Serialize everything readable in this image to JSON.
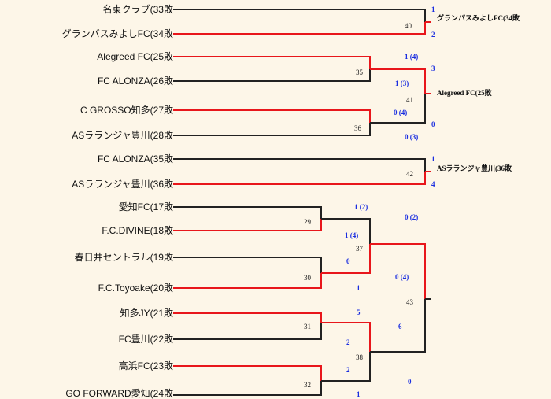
{
  "colors": {
    "line": "#222222",
    "winner_line": "#e8161b",
    "score": "#1a2ee0",
    "background": "#fdf6e8"
  },
  "teams": [
    "名東クラブ(33敗",
    "グランパスみよしFC(34敗",
    "Alegreed FC(25敗",
    "FC ALONZA(26敗",
    "C GROSSO知多(27敗",
    "ASラランジャ豊川(28敗",
    "FC ALONZA(35敗",
    "ASラランジャ豊川(36敗",
    "愛知FC(17敗",
    "F.C.DIVINE(18敗",
    "春日井セントラル(19敗",
    "F.C.Toyoake(20敗",
    "知多JY(21敗",
    "FC豊川(22敗",
    "高浜FC(23敗",
    "GO FORWARD愛知(24敗"
  ],
  "match_numbers": [
    "40",
    "35",
    "36",
    "41",
    "42",
    "29",
    "30",
    "31",
    "32",
    "37",
    "38",
    "43"
  ],
  "winners": [
    "グランパスみよしFC(34敗",
    "Alegreed FC(25敗",
    "ASラランジャ豊川(36敗"
  ],
  "scores": [
    "1",
    "2",
    "1 (4)",
    "3",
    "1 (3)",
    "0 (4)",
    "0",
    "0 (3)",
    "1",
    "4",
    "1 (2)",
    "0 (2)",
    "1 (4)",
    "0",
    "0 (4)",
    "1",
    "5",
    "6",
    "2",
    "2",
    "0",
    "1"
  ]
}
